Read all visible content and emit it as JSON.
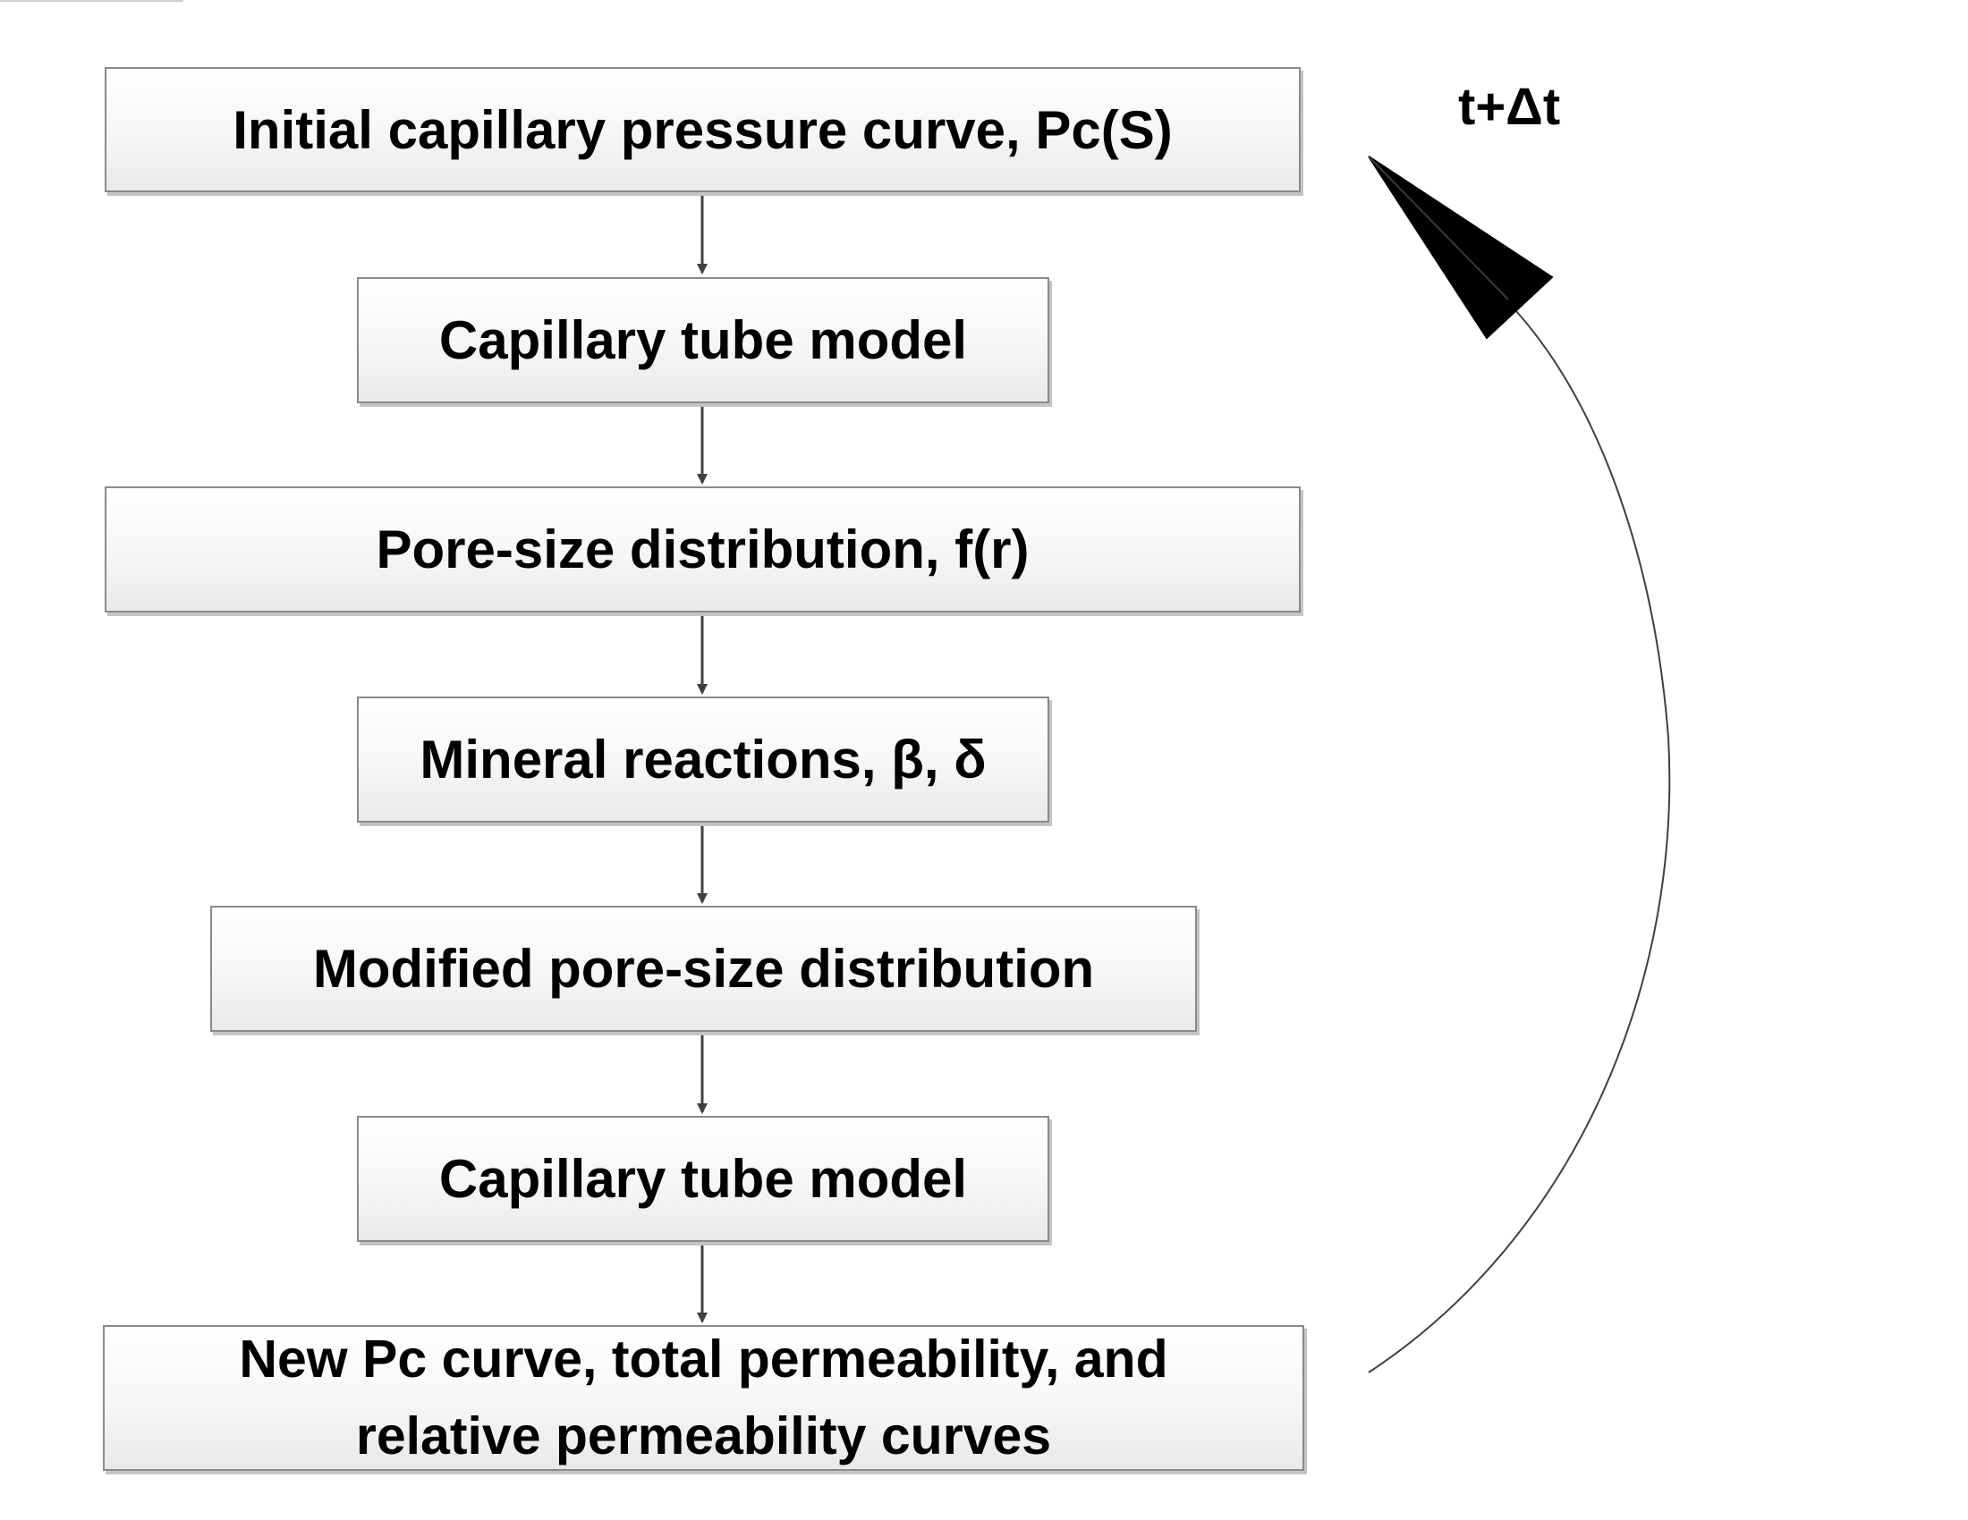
{
  "flowchart": {
    "steps": [
      "Initial capillary pressure curve, Pc(S)",
      "Capillary tube model",
      "Pore-size distribution, f(r)",
      "Mineral reactions, β, δ",
      "Modified pore-size distribution",
      "Capillary tube model"
    ],
    "final_step": {
      "line1": "New Pc curve, total permeability, and",
      "line2": "relative permeability curves"
    },
    "loop_label": "t+Δt"
  },
  "colors": {
    "box_border": "#8a8a8a",
    "box_fill_top": "#ffffff",
    "box_fill_bottom": "#e9e9e9",
    "connector": "#404040",
    "text": "#000000"
  }
}
